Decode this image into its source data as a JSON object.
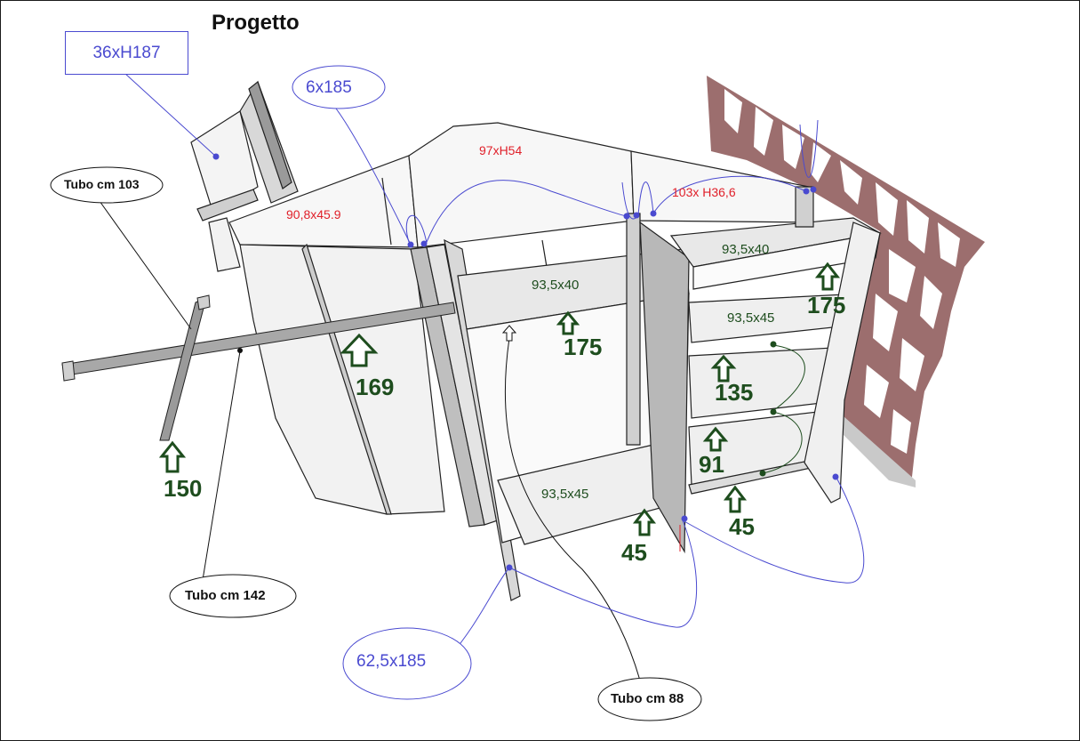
{
  "title": "Progetto",
  "top_box_label": "36xH187",
  "ellipse_labels": {
    "side_panel": "6x185",
    "door": "62,5x185",
    "tube_103": "Tubo cm  103",
    "tube_142": "Tubo cm 142",
    "tube_88": "Tubo cm 88"
  },
  "panel_labels": {
    "back_left": "90,8x45.9",
    "back_center": "97xH54",
    "back_right": "103x H36,6",
    "shelf_center_top": "93,5x40",
    "shelf_right_top": "93,5x40",
    "shelf_right_mid": "93,5x45",
    "shelf_center_bottom": "93,5x45"
  },
  "heights": {
    "h169": "169",
    "h175_center": "175",
    "h175_right": "175",
    "h135": "135",
    "h91": "91",
    "h150": "150",
    "h45_center": "45",
    "h45_right": "45"
  },
  "colors": {
    "blue": "#4a4ad0",
    "red": "#e0202a",
    "green": "#1e4d1e",
    "wall": "#9c6e6e"
  }
}
